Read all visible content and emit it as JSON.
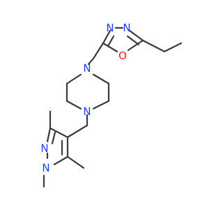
{
  "colors": {
    "bond": "#3a3a3a",
    "nitrogen": "#1f3df0",
    "oxygen": "#ff1a1a",
    "background": "#ffffff"
  },
  "atoms": {
    "oxadiazole_n3": "N",
    "oxadiazole_n4": "N",
    "oxadiazole_o1": "O",
    "piperazine_n_top": "N",
    "piperazine_n_bottom": "N",
    "pyrazole_n2": "N",
    "pyrazole_n1": "N"
  }
}
